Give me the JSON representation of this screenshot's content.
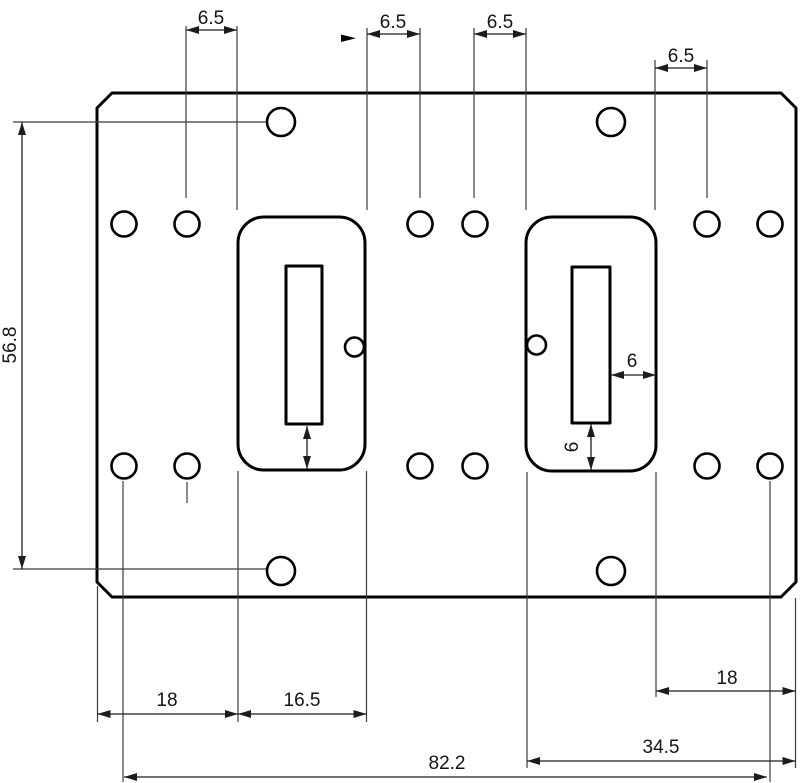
{
  "drawing": {
    "title": "plate-dimension-drawing",
    "colors": {
      "background": "#ffffff",
      "outline": "#000000",
      "thin_line": "#3c3c3c",
      "text": "#141414"
    },
    "dimensions": {
      "top_left_pitch": "6.5",
      "top_mid_left_pitch": "6.5",
      "top_mid_right_pitch": "6.5",
      "top_right_pitch": "6.5",
      "left_height": "56.8",
      "slot2_right_gap": "6",
      "slot2_bottom_gap": "6",
      "bottom_left_edge_to_cutout": "18",
      "cutout1_width": "16.5",
      "bottom_right_cutout_to_edge": "18",
      "cutout2_to_right_edge": "34.5",
      "hole_span": "82.2"
    }
  }
}
